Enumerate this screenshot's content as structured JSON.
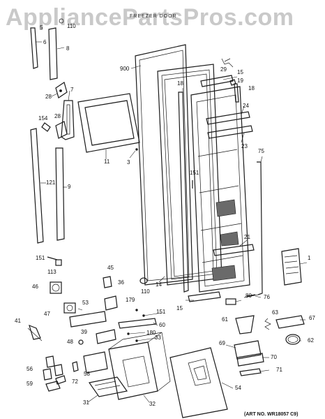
{
  "watermark": "AppliancePartsPros.com",
  "diagram_title": "FREEZER DOOR",
  "art_number": "(ART NO. WR18057 C9)",
  "callouts": [
    {
      "id": "c-5",
      "text": "5"
    },
    {
      "id": "c-6",
      "text": "6"
    },
    {
      "id": "c-110-top",
      "text": "110"
    },
    {
      "id": "c-8",
      "text": "8"
    },
    {
      "id": "c-900",
      "text": "900"
    },
    {
      "id": "c-29",
      "text": "29"
    },
    {
      "id": "c-15-top",
      "text": "15"
    },
    {
      "id": "c-18-left",
      "text": "18"
    },
    {
      "id": "c-19",
      "text": "19"
    },
    {
      "id": "c-18-right",
      "text": "18"
    },
    {
      "id": "c-28-top",
      "text": "28"
    },
    {
      "id": "c-7",
      "text": "7"
    },
    {
      "id": "c-154",
      "text": "154"
    },
    {
      "id": "c-28-mid",
      "text": "28"
    },
    {
      "id": "c-24",
      "text": "24"
    },
    {
      "id": "c-23",
      "text": "23"
    },
    {
      "id": "c-11",
      "text": "11"
    },
    {
      "id": "c-3",
      "text": "3"
    },
    {
      "id": "c-75",
      "text": "75"
    },
    {
      "id": "c-121",
      "text": "121"
    },
    {
      "id": "c-9",
      "text": "9"
    },
    {
      "id": "c-151-mid",
      "text": "151"
    },
    {
      "id": "c-21",
      "text": "21"
    },
    {
      "id": "c-1",
      "text": "1"
    },
    {
      "id": "c-151-left",
      "text": "151"
    },
    {
      "id": "c-113",
      "text": "113"
    },
    {
      "id": "c-45",
      "text": "45"
    },
    {
      "id": "c-14",
      "text": "14"
    },
    {
      "id": "c-110-mid",
      "text": "110"
    },
    {
      "id": "c-36",
      "text": "36"
    },
    {
      "id": "c-46",
      "text": "46"
    },
    {
      "id": "c-80",
      "text": "80"
    },
    {
      "id": "c-76",
      "text": "76"
    },
    {
      "id": "c-15-bottom",
      "text": "15"
    },
    {
      "id": "c-179",
      "text": "179"
    },
    {
      "id": "c-53",
      "text": "53"
    },
    {
      "id": "c-47",
      "text": "47"
    },
    {
      "id": "c-151-bottom",
      "text": "151"
    },
    {
      "id": "c-60",
      "text": "60"
    },
    {
      "id": "c-41",
      "text": "41"
    },
    {
      "id": "c-39",
      "text": "39"
    },
    {
      "id": "c-180",
      "text": "180"
    },
    {
      "id": "c-33",
      "text": "33"
    },
    {
      "id": "c-61",
      "text": "61"
    },
    {
      "id": "c-63",
      "text": "63"
    },
    {
      "id": "c-67",
      "text": "67"
    },
    {
      "id": "c-48",
      "text": "48"
    },
    {
      "id": "c-69",
      "text": "69"
    },
    {
      "id": "c-62",
      "text": "62"
    },
    {
      "id": "c-70",
      "text": "70"
    },
    {
      "id": "c-56",
      "text": "56"
    },
    {
      "id": "c-71",
      "text": "71"
    },
    {
      "id": "c-58",
      "text": "58"
    },
    {
      "id": "c-72",
      "text": "72"
    },
    {
      "id": "c-59",
      "text": "59"
    },
    {
      "id": "c-54",
      "text": "54"
    },
    {
      "id": "c-31",
      "text": "31"
    },
    {
      "id": "c-32",
      "text": "32"
    }
  ]
}
